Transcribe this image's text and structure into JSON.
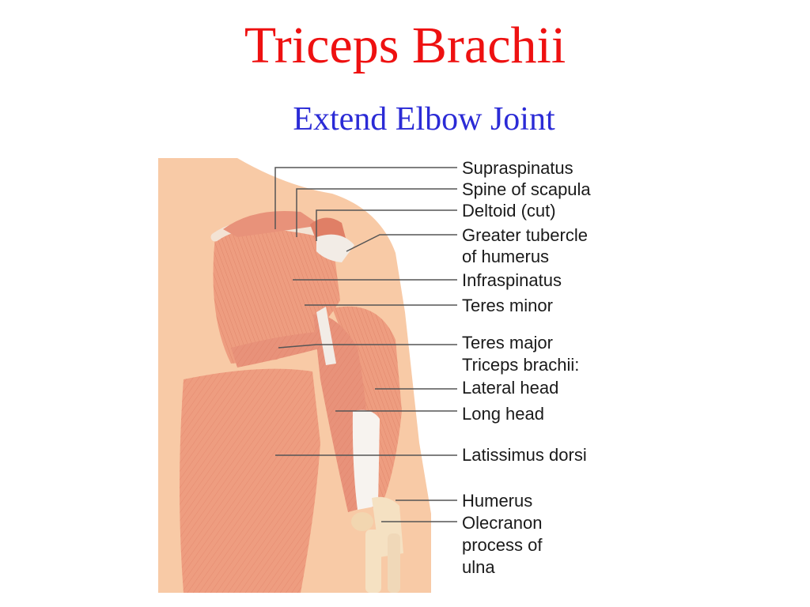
{
  "slide": {
    "title": "Triceps Brachii",
    "subtitle": "Extend Elbow Joint"
  },
  "diagram": {
    "labels": [
      "Supraspinatus",
      "Spine of scapula",
      "Deltoid (cut)",
      "Greater tubercle",
      "of humerus",
      "Infraspinatus",
      "Teres minor",
      "Teres major",
      "Triceps brachii:",
      "Lateral head",
      "Long head",
      "Latissimus dorsi",
      "Humerus",
      "Olecranon",
      "process of",
      "ulna"
    ]
  },
  "colors": {
    "title": "#ee1111",
    "subtitle": "#2b2bd6",
    "skin": "#f8caa6",
    "muscle": "#ee9d80",
    "muscle_dark": "#d9735a",
    "tendon": "#f2ece6",
    "leader_line": "#555555"
  }
}
